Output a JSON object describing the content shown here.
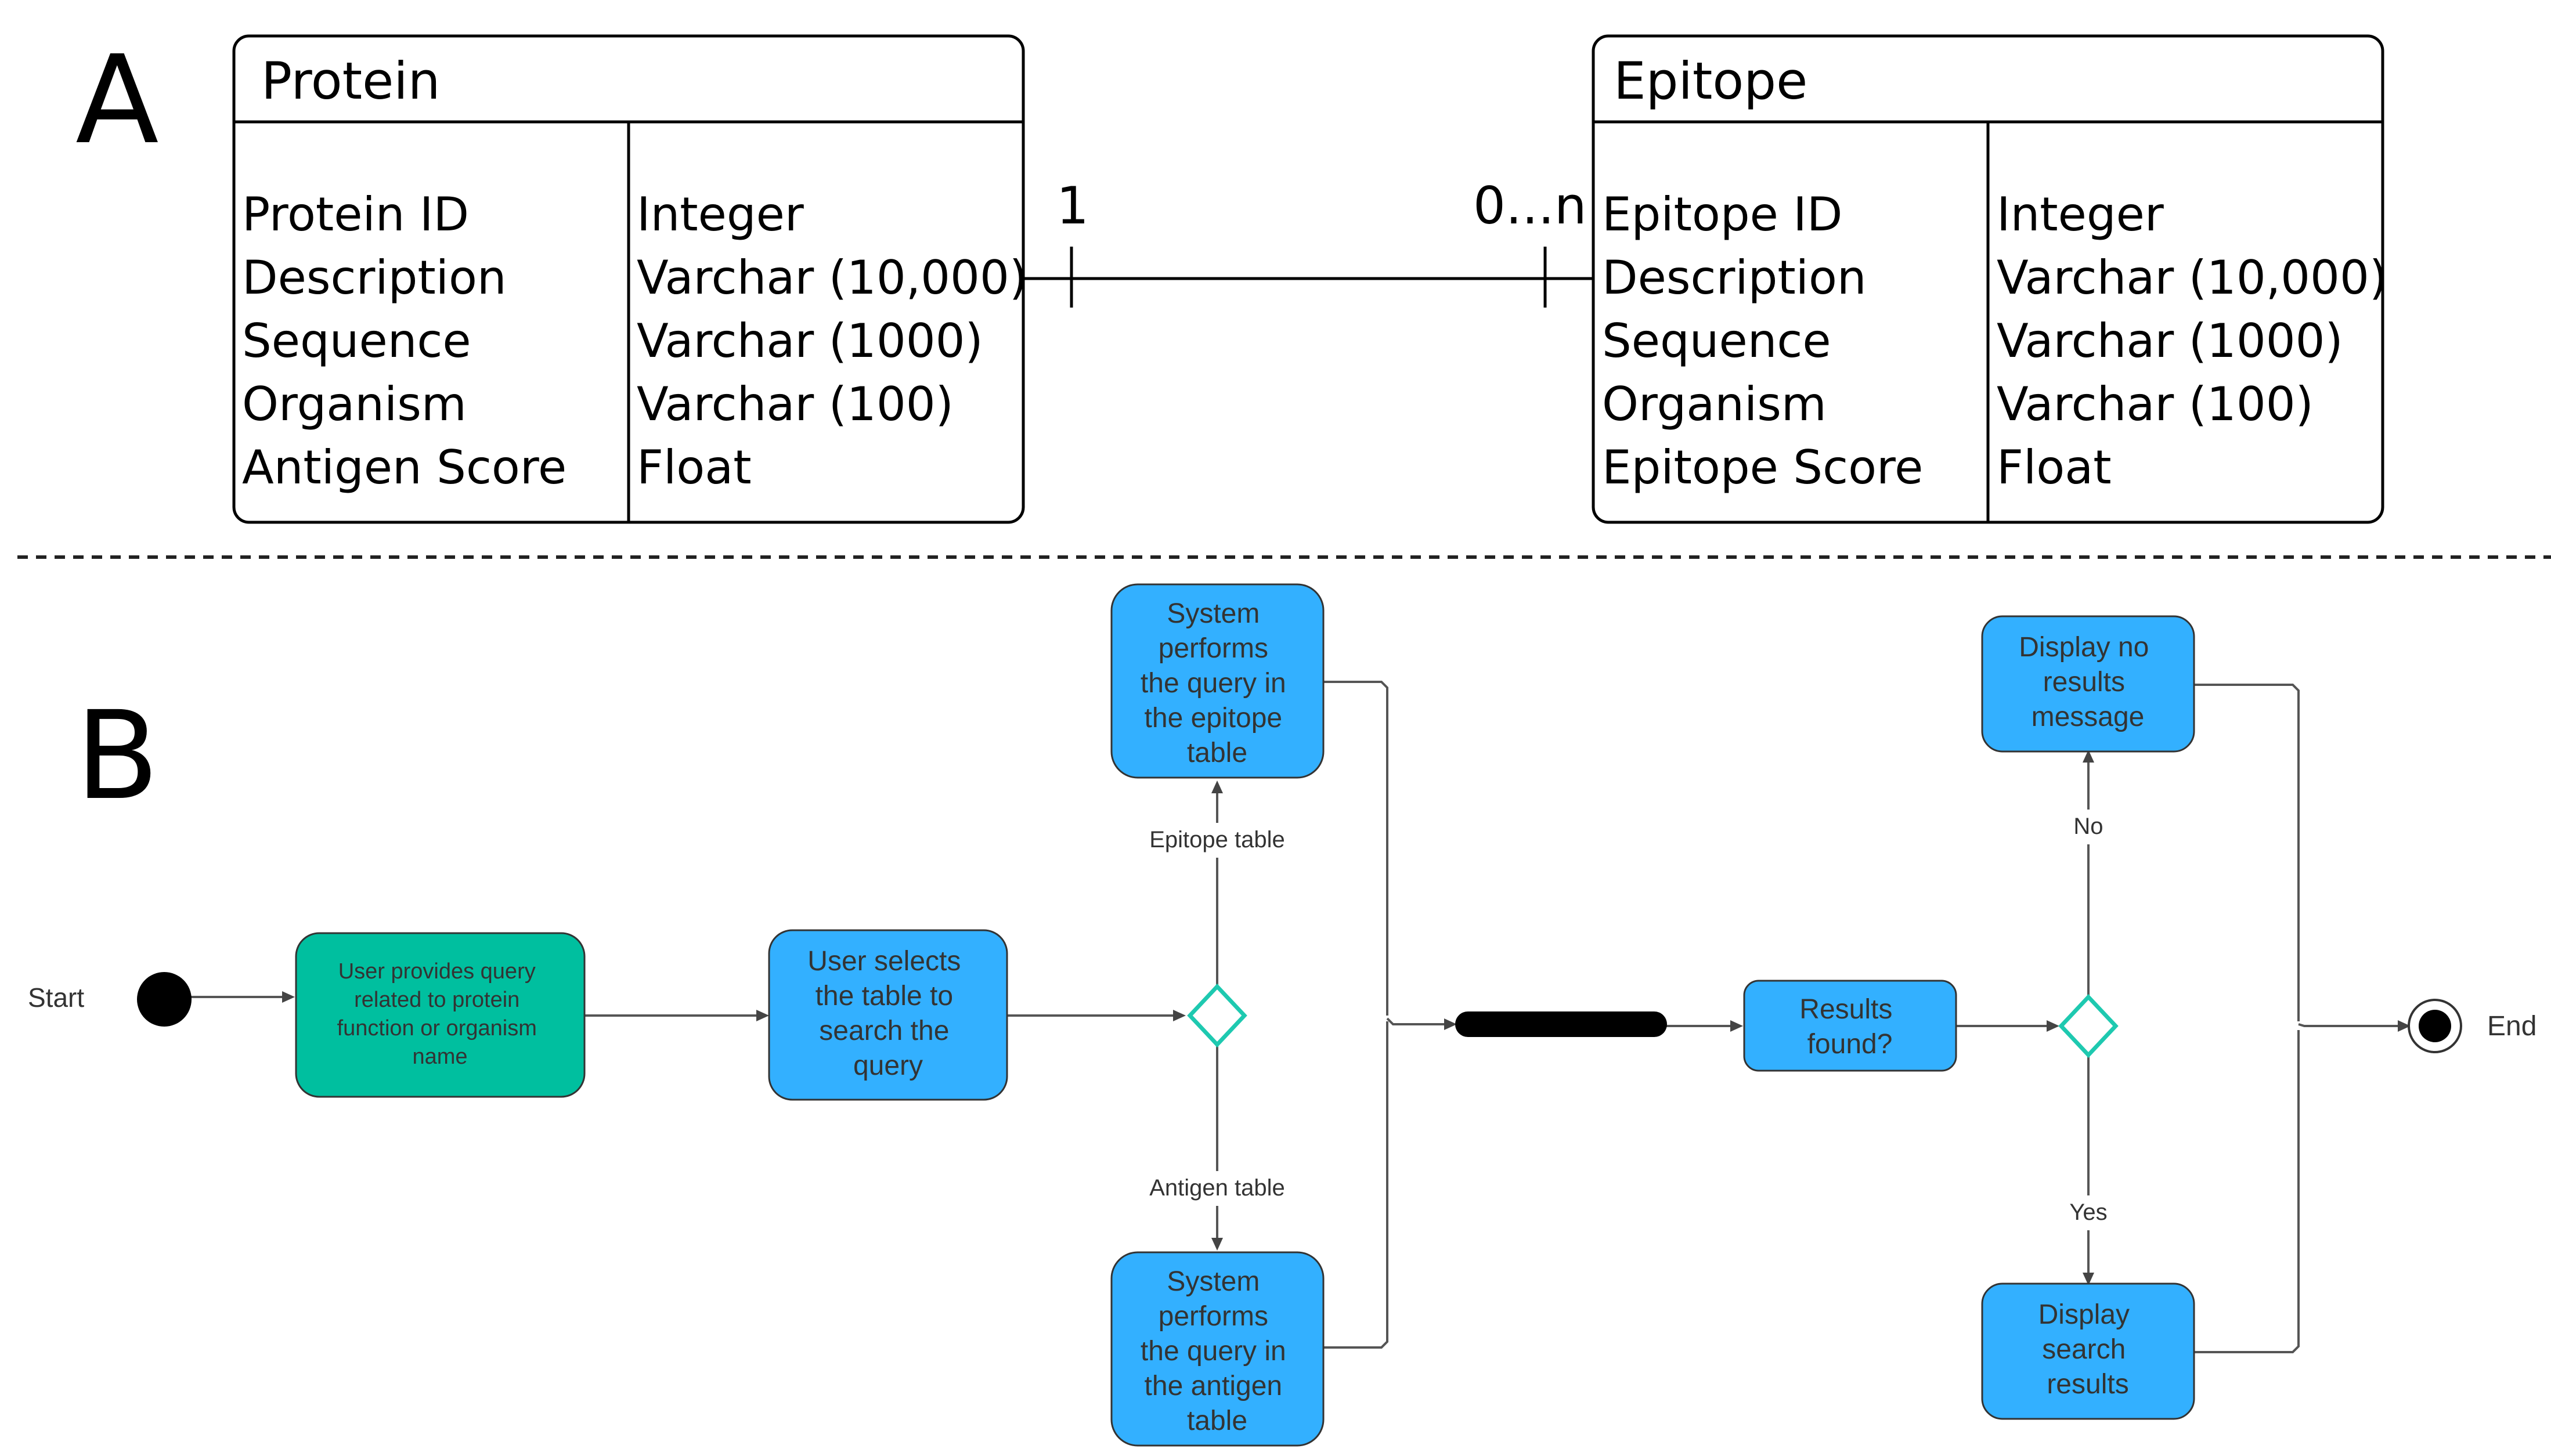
{
  "panel_a": {
    "label": "A",
    "protein": {
      "title": "Protein",
      "fields": [
        "Protein ID",
        "Description",
        "Sequence",
        "Organism",
        "Antigen Score"
      ],
      "types": [
        "Integer",
        "Varchar (10,000)",
        "Varchar (1000)",
        "Varchar (100)",
        "Float"
      ]
    },
    "epitope": {
      "title": "Epitope",
      "fields": [
        "Epitope ID",
        "Description",
        "Sequence",
        "Organism",
        "Epitope Score"
      ],
      "types": [
        "Integer",
        "Varchar (10,000)",
        "Varchar (1000)",
        "Varchar (100)",
        "Float"
      ]
    },
    "relation": {
      "left_cardinality": "1",
      "right_cardinality": "0...n"
    }
  },
  "panel_b": {
    "label": "B",
    "start_label": "Start",
    "end_label": "End",
    "user_query": [
      "User provides query",
      "related to protein",
      "function or organism",
      "name"
    ],
    "select_table": [
      "User selects",
      "the table to",
      "search the",
      "query"
    ],
    "epitope_query": [
      "System",
      "performs",
      "the query in",
      "the epitope",
      "table"
    ],
    "antigen_query": [
      "System",
      "performs",
      "the query in",
      "the antigen",
      "table"
    ],
    "results_found": [
      "Results",
      "found?"
    ],
    "no_results": [
      "Display no",
      "results",
      "message"
    ],
    "display_results": [
      "Display",
      "search",
      "results"
    ],
    "edge_epitope": "Epitope table",
    "edge_antigen": "Antigen table",
    "edge_no": "No",
    "edge_yes": "Yes",
    "colors": {
      "user_action": "#00bf9f",
      "system_action": "#33b0ff",
      "decision_stroke": "#1ec9b0",
      "line": "#555555"
    }
  }
}
